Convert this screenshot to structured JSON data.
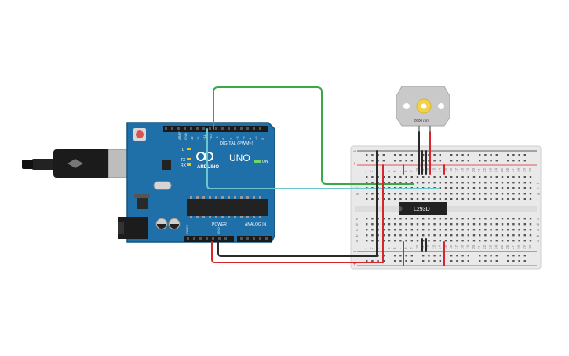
{
  "arduino": {
    "brand": "ARDUINO",
    "model": "UNO",
    "digital_label": "DIGITAL (PWM~)",
    "power_label": "POWER",
    "analog_label": "ANALOG IN",
    "on_label": "ON",
    "tx_label": "TX",
    "rx_label": "RX",
    "l_label": "L",
    "ioref_label": "IOREF",
    "aref_label": "AREF",
    "gnd_label": "GND"
  },
  "motor": {
    "rpm_label": "0000 rpm"
  },
  "chip": {
    "label": "L293D"
  },
  "breadboard": {
    "row_letters_top": [
      "j",
      "i",
      "h",
      "g",
      "f"
    ],
    "row_letters_bottom": [
      "e",
      "d",
      "c",
      "b",
      "a"
    ],
    "column_numbers": [
      "1",
      "2",
      "3",
      "4",
      "5",
      "6",
      "7",
      "8",
      "9",
      "10",
      "11",
      "12",
      "13",
      "14",
      "15",
      "16",
      "17",
      "18",
      "19",
      "20",
      "21",
      "22",
      "23",
      "24",
      "25",
      "26",
      "27",
      "28",
      "29",
      "30"
    ]
  },
  "colors": {
    "arduino_blue": "#1f6fa8",
    "arduino_blue_dark": "#16557f",
    "wire_green": "#3aa845",
    "wire_cyan": "#6cc6cf",
    "wire_red": "#d7262b",
    "wire_black": "#2a2a2a",
    "breadboard_bg": "#e9e9e9",
    "chip_black": "#222222",
    "motor_gray": "#c9c9c9",
    "motor_gear": "#f2d24b"
  }
}
